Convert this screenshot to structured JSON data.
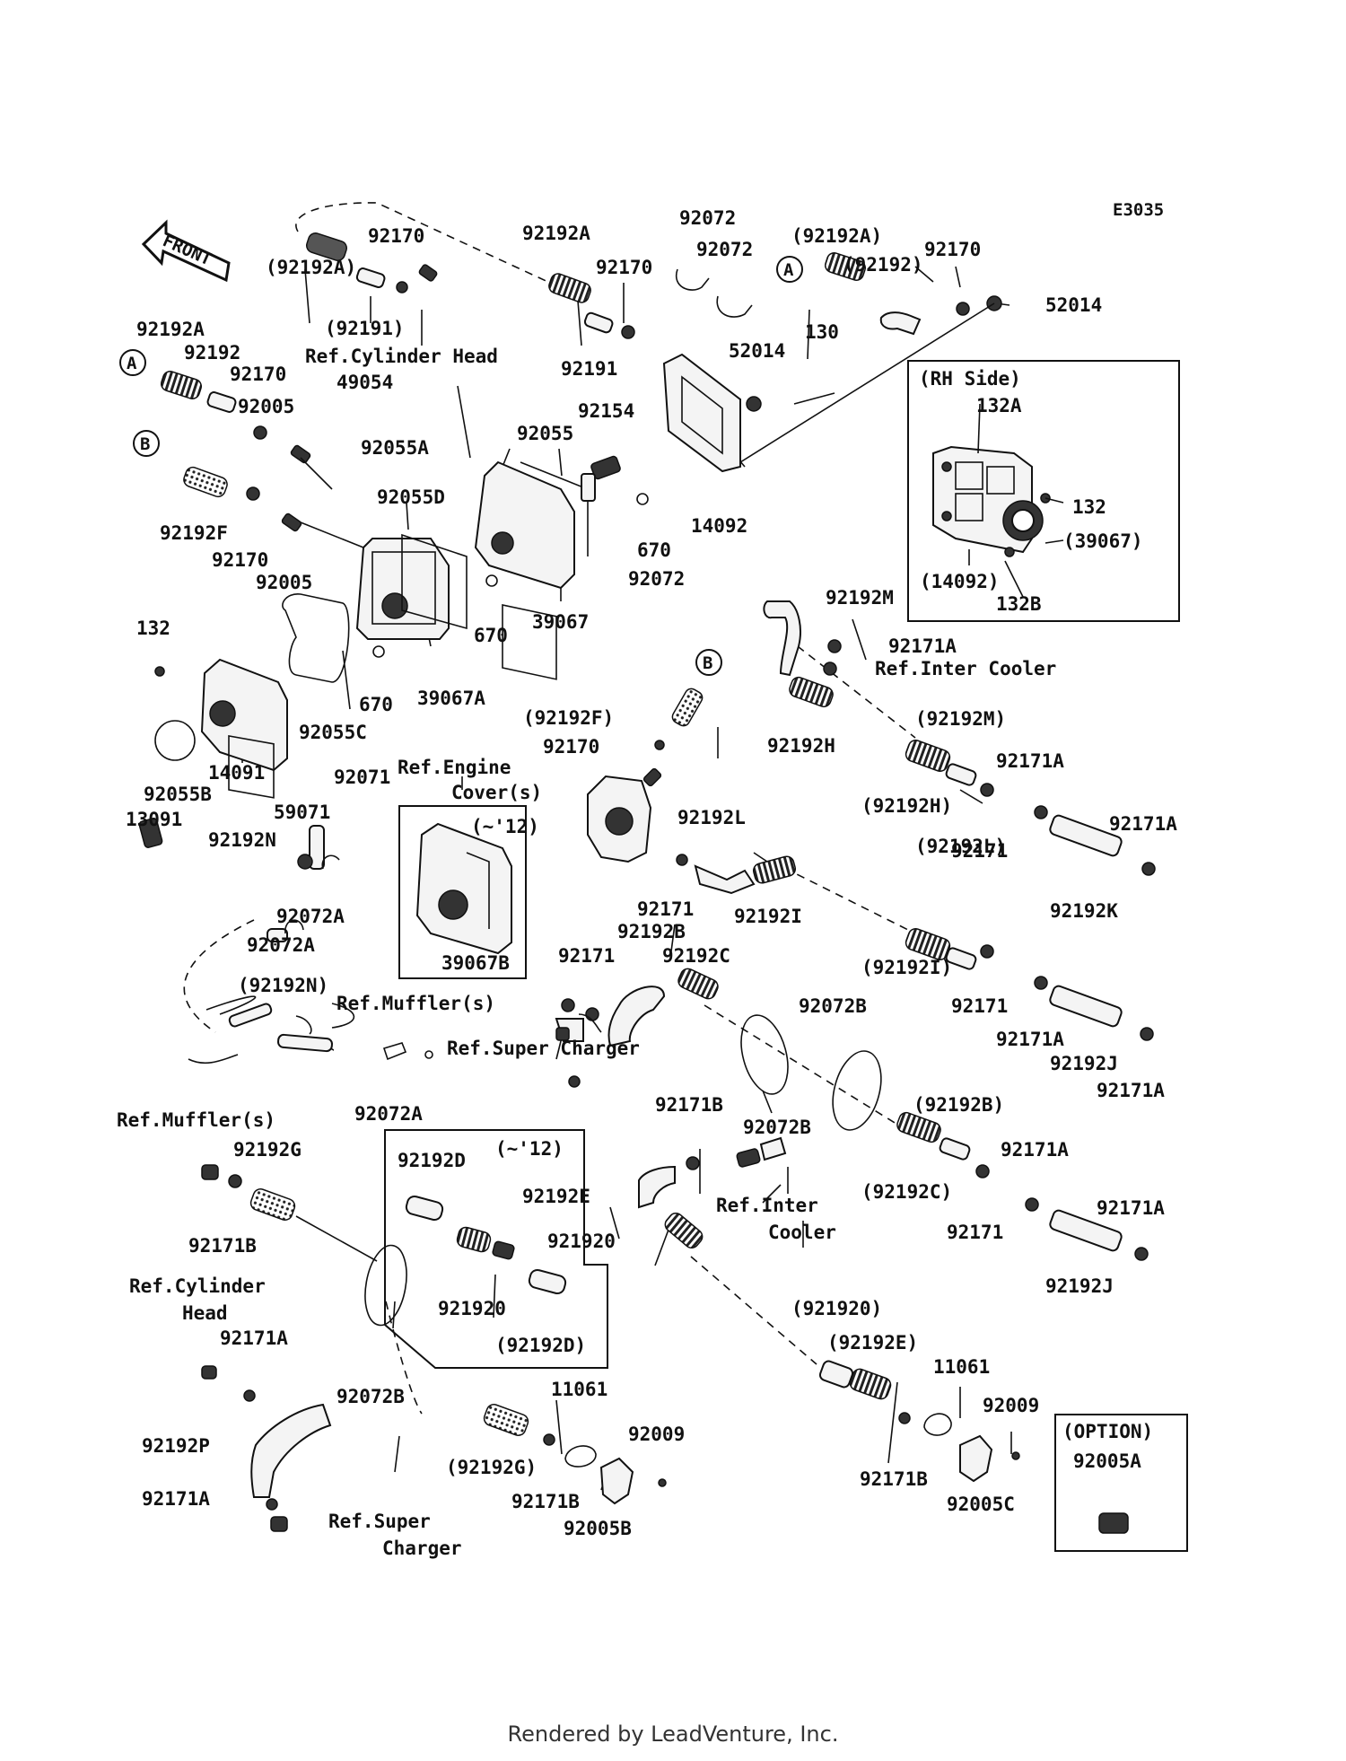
{
  "diagram_code": "E3035",
  "direction_arrow": "FRONT",
  "footer": "Rendered by LeadVenture, Inc.",
  "callouts": {
    "a": "A",
    "b": "B"
  },
  "boxes": {
    "rh_side": "(RH Side)",
    "early_model_1": "(~'12)",
    "early_model_2": "(~'12)",
    "option": "(OPTION)"
  },
  "labels": {
    "t92192A_top": "92192A",
    "t92170_top": "92170",
    "t92192A_p1": "(92192A)",
    "t92191_p": "(92191)",
    "ref_cyl_head_1": "Ref.Cylinder Head",
    "t92072_a": "92072",
    "t92072_b": "92072",
    "t92170_mid": "92170",
    "t92191": "92191",
    "t52014_a": "52014",
    "t92192A_p2": "(92192A)",
    "t92192_p": "(92192)",
    "t92170_r": "92170",
    "t52014_b": "52014",
    "t130": "130",
    "t92192A_l": "92192A",
    "t92192": "92192",
    "t92170_l": "92170",
    "t92005_a": "92005",
    "t49054": "49054",
    "t92055A": "92055A",
    "t92154": "92154",
    "t92055": "92055",
    "t92055D": "92055D",
    "t92192F": "92192F",
    "t92170_l2": "92170",
    "t92005_b": "92005",
    "t670_a": "670",
    "t14092": "14092",
    "t670_b": "670",
    "t39067": "39067",
    "t92072_c": "92072",
    "t132": "132",
    "t670_c": "670",
    "t39067A": "39067A",
    "t92055C": "92055C",
    "t14091": "14091",
    "t92055B": "92055B",
    "t132A": "132A",
    "t132_r": "132",
    "t39067_p": "(39067)",
    "t14092_p": "(14092)",
    "t132B": "132B",
    "t92192M": "92192M",
    "t92171A_a": "92171A",
    "ref_inter_cooler_1": "Ref.Inter Cooler",
    "t92192F_p": "(92192F)",
    "t92170_c": "92170",
    "t92192H": "92192H",
    "t92192M_p": "(92192M)",
    "t92171A_b": "92171A",
    "t92192H_p": "(92192H)",
    "t92171_a": "92171",
    "t92171A_c": "92171A",
    "t92192K": "92192K",
    "ref_engine_cover_1": "Ref.Engine",
    "ref_engine_cover_2": "Cover(s)",
    "t92071": "92071",
    "t59071": "59071",
    "t13091": "13091",
    "t92192N": "92192N",
    "t92072A_a": "92072A",
    "t92072A_b": "92072A",
    "t39067B": "39067B",
    "t92192L": "92192L",
    "t92192I": "92192I",
    "t92171_b": "92171",
    "t92192L_p": "(92192L)",
    "t92192I_p": "(92192I)",
    "t92192B": "92192B",
    "t92171_c": "92171",
    "t92192C": "92192C",
    "t92072B_a": "92072B",
    "t92171_d": "92171",
    "t92171A_d": "92171A",
    "t92192J_a": "92192J",
    "t92171A_e": "92171A",
    "t92192N_p": "(92192N)",
    "ref_muffler_1": "Ref.Muffler(s)",
    "ref_super_charger_1": "Ref.Super Charger",
    "t92072A_c": "92072A",
    "t92171B_a": "92171B",
    "t92072B_b": "92072B",
    "t92192B_p": "(92192B)",
    "t92171A_f": "92171A",
    "t92192C_p": "(92192C)",
    "t92171_e": "92171",
    "t92171A_g": "92171A",
    "t92192J_b": "92192J",
    "ref_muffler_2": "Ref.Muffler(s)",
    "t92192G": "92192G",
    "t92171B_b": "92171B",
    "t92192D": "92192D",
    "t92192E": "92192E",
    "ref_inter_cooler_2a": "Ref.Inter",
    "ref_inter_cooler_2b": "Cooler",
    "t921920_a": "921920",
    "t921920_b": "921920",
    "t92192D_p": "(92192D)",
    "ref_cyl_head_2a": "Ref.Cylinder",
    "ref_cyl_head_2b": "Head",
    "t92171A_h": "92171A",
    "t92072B_c": "92072B",
    "t921920_p": "(921920)",
    "t92192E_p": "(92192E)",
    "t11061_a": "11061",
    "t92009_a": "92009",
    "t11061_b": "11061",
    "t92009_b": "92009",
    "t92005A": "92005A",
    "t92192P": "92192P",
    "t92171A_i": "92171A",
    "ref_super_charger_2a": "Ref.Super",
    "ref_super_charger_2b": "Charger",
    "t92192G_p": "(92192G)",
    "t92171B_c": "92171B",
    "t92005B": "92005B",
    "t92171B_d": "92171B",
    "t92005C": "92005C"
  },
  "icons": [
    "front-arrow-icon",
    "callout-a-icon",
    "callout-b-icon"
  ]
}
